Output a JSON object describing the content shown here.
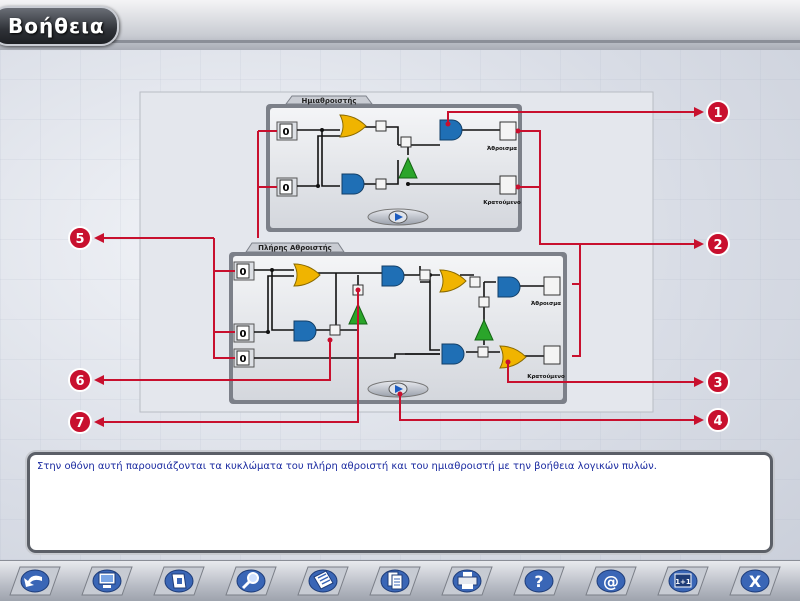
{
  "header": {
    "title": "Βοήθεια"
  },
  "circuits": {
    "half_adder": {
      "title": "Ημιαθροιστής",
      "inputs": [
        "0",
        "0"
      ],
      "outputs": [
        "Άθροισμα",
        "Κρατούμενο"
      ]
    },
    "full_adder": {
      "title": "Πλήρης Αθροιστής",
      "inputs": [
        "0",
        "0",
        "0"
      ],
      "outputs": [
        "Άθροισμα",
        "Κρατούμενο"
      ]
    }
  },
  "callouts": [
    "1",
    "2",
    "3",
    "4",
    "5",
    "6",
    "7"
  ],
  "description": "Στην οθόνη αυτή παρουσιάζονται τα κυκλώματα του πλήρη αθροιστή και του ημιαθροιστή με την βοήθεια λογικών πυλών.",
  "toolbar": {
    "buttons": [
      {
        "name": "back-button",
        "icon": "back-arrow-icon"
      },
      {
        "name": "monitor-button",
        "icon": "monitor-icon"
      },
      {
        "name": "book-button",
        "icon": "book-icon"
      },
      {
        "name": "search-button",
        "icon": "magnifier-icon"
      },
      {
        "name": "calculator-button",
        "icon": "calculator-icon"
      },
      {
        "name": "notes-button",
        "icon": "notes-icon"
      },
      {
        "name": "print-button",
        "icon": "printer-icon"
      },
      {
        "name": "help-button",
        "icon": "question-icon"
      },
      {
        "name": "email-button",
        "icon": "at-sign-icon"
      },
      {
        "name": "counter-button",
        "icon": "counter-icon",
        "label": "1+1"
      },
      {
        "name": "exit-button",
        "icon": "close-icon",
        "label": "X"
      }
    ]
  },
  "colors": {
    "callout": "#c8102e",
    "gate_or": "#f0b400",
    "gate_and": "#1f6fb5",
    "gate_not": "#2aa52a",
    "text": "#1a2aa0"
  }
}
